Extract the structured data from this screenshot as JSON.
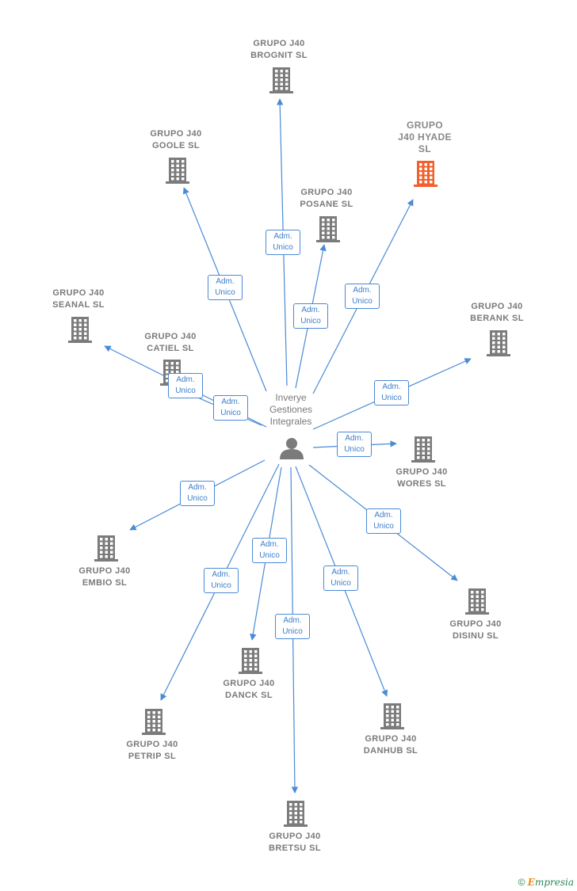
{
  "center": {
    "name": "Inverye\nGestiones\nIntegrales",
    "icon": "person-icon"
  },
  "colors": {
    "edge": "#4a8ad6",
    "building": "#7b7b7b",
    "focus_building": "#f2602d",
    "label": "#7a7a7a"
  },
  "companies": [
    {
      "id": "brognit",
      "name": "GRUPO J40\nBROGNIT  SL",
      "relation": "Adm.\nUnico",
      "focus": false
    },
    {
      "id": "goole",
      "name": "GRUPO J40\nGOOLE  SL",
      "relation": "Adm.\nUnico",
      "focus": false
    },
    {
      "id": "hyade",
      "name": "GRUPO\nJ40 HYADE\nSL",
      "relation": "Adm.\nUnico",
      "focus": true
    },
    {
      "id": "posane",
      "name": "GRUPO J40\nPOSANE  SL",
      "relation": "Adm.\nUnico",
      "focus": false
    },
    {
      "id": "seanal",
      "name": "GRUPO J40\nSEANAL  SL",
      "relation": "Adm.\nUnico",
      "focus": false
    },
    {
      "id": "berank",
      "name": "GRUPO J40\nBERANK  SL",
      "relation": "Adm.\nUnico",
      "focus": false
    },
    {
      "id": "catiel",
      "name": "GRUPO J40\nCATIEL  SL",
      "relation": "Adm.\nUnico",
      "focus": false
    },
    {
      "id": "wores",
      "name": "GRUPO J40\nWORES  SL",
      "relation": "Adm.\nUnico",
      "focus": false
    },
    {
      "id": "embio",
      "name": "GRUPO J40\nEMBIO  SL",
      "relation": "Adm.\nUnico",
      "focus": false
    },
    {
      "id": "disinu",
      "name": "GRUPO J40\nDISINU  SL",
      "relation": "Adm.\nUnico",
      "focus": false
    },
    {
      "id": "danck",
      "name": "GRUPO J40\nDANCK  SL",
      "relation": "Adm.\nUnico",
      "focus": false
    },
    {
      "id": "petrip",
      "name": "GRUPO J40\nPETRIP  SL",
      "relation": "Adm.\nUnico",
      "focus": false
    },
    {
      "id": "danhub",
      "name": "GRUPO J40\nDANHUB  SL",
      "relation": "Adm.\nUnico",
      "focus": false
    },
    {
      "id": "bretsu",
      "name": "GRUPO J40\nBRETSU  SL",
      "relation": "Adm.\nUnico",
      "focus": false
    }
  ],
  "footer": {
    "copyright_symbol": "©",
    "brand_initial": "E",
    "brand_rest": "mpresia"
  }
}
